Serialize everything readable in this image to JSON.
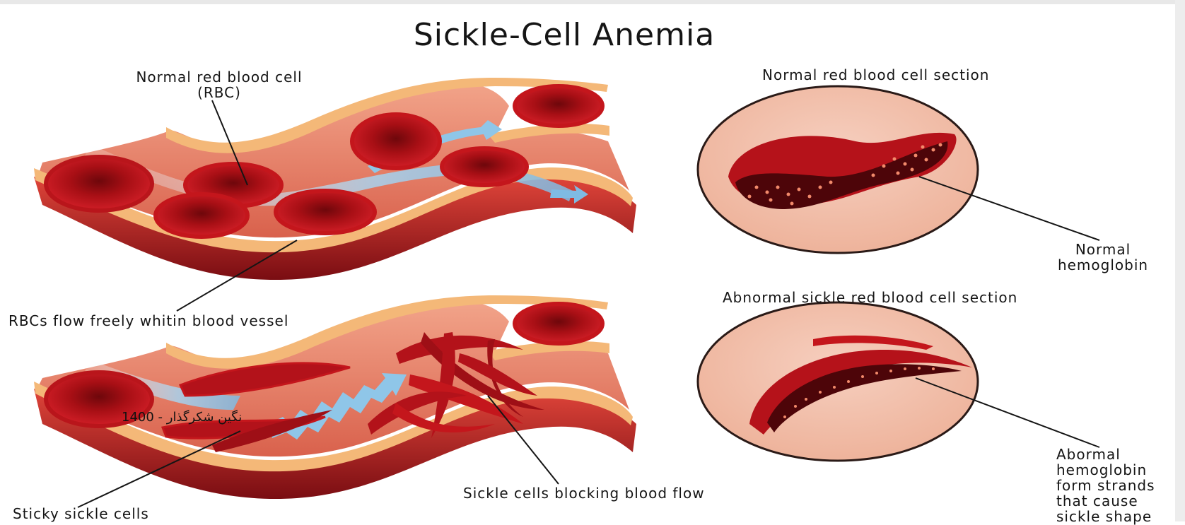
{
  "title": "Sickle-Cell Anemia",
  "labels": {
    "normal_rbc_line1": "Normal red blood cell",
    "normal_rbc_line2": "(RBC)",
    "rbcs_flow": "RBCs flow freely whitin blood vessel",
    "sticky_sickle": "Sticky sickle cells",
    "sickle_blocking": "Sickle cells blocking blood flow",
    "normal_section": "Normal red blood cell section",
    "abnormal_section": "Abnormal sickle red blood cell section",
    "normal_hemo_1": "Normal",
    "normal_hemo_2": "hemoglobin",
    "abnormal_hemo_1": "Abormal",
    "abnormal_hemo_2": "hemoglobin",
    "abnormal_hemo_3": "form strands",
    "abnormal_hemo_4": "that cause",
    "abnormal_hemo_5": "sickle shape"
  },
  "watermark": "نگین شکرگذار - 1400",
  "colors": {
    "vessel_outer": "#f4b878",
    "vessel_wall": "#c0392b",
    "vessel_inner": "#e9876f",
    "cell_red": "#c4161c",
    "cell_dark": "#7a0a0f",
    "flow_arrow": "#8fc6e8",
    "circle_bg": "#f3c7b4"
  }
}
